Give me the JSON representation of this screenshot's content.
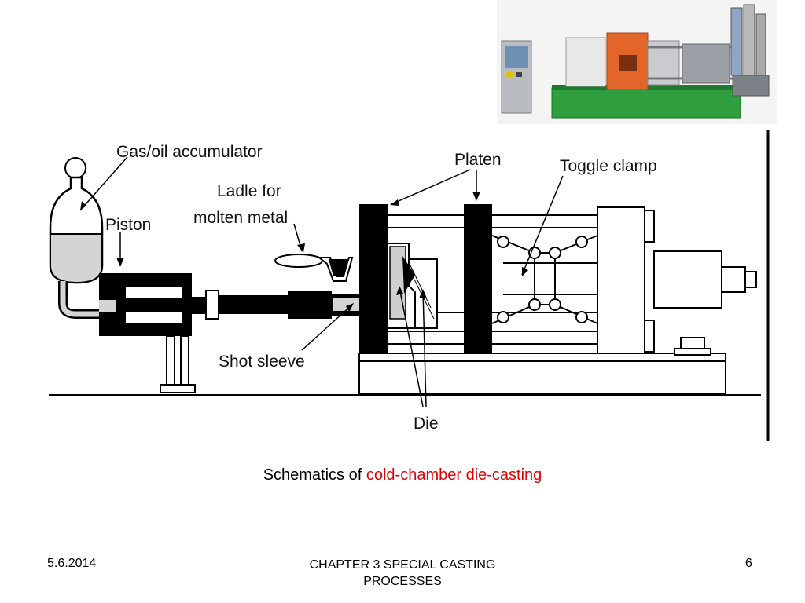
{
  "diagram": {
    "labels": {
      "accumulator": "Gas/oil accumulator",
      "piston": "Piston",
      "ladle_line1": "Ladle for",
      "ladle_line2": "molten metal",
      "platen": "Platen",
      "toggle_clamp": "Toggle clamp",
      "shot_sleeve": "Shot sleeve",
      "die": "Die"
    }
  },
  "caption": {
    "prefix": "Schematics of ",
    "highlight": "cold-chamber die-casting",
    "highlight_color": "#e00000"
  },
  "footer": {
    "date": "5.6.2014",
    "title": "CHAPTER 3 SPECIAL CASTING PROCESSES",
    "page": "6"
  },
  "colors": {
    "machine_green": "#2e9e3e",
    "machine_orange": "#e2662a",
    "machine_gray": "#9aa0a6"
  }
}
